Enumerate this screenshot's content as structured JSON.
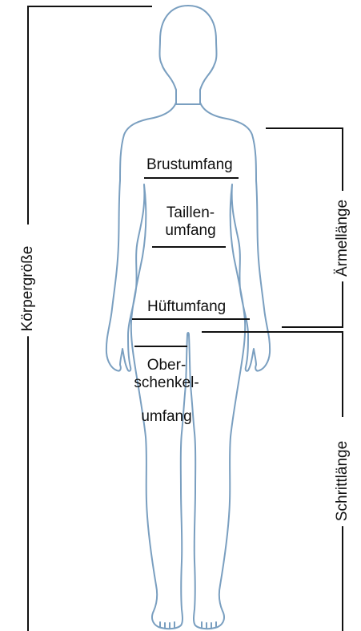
{
  "colors": {
    "outline": "#7a9fc0",
    "lines": "#111111",
    "background": "#ffffff"
  },
  "labels": {
    "koerpergroesse": "Körpergröße",
    "brustumfang": "Brustumfang",
    "taillenumfang_1": "Taillen-",
    "taillenumfang_2": "umfang",
    "hueftumfang": "Hüftumfang",
    "oberschenkel_1": "Ober-",
    "oberschenkel_2": "schenkel-",
    "oberschenkel_3": "umfang",
    "aermellaenge": "Ärmellänge",
    "schrittlaenge": "Schrittlänge"
  }
}
